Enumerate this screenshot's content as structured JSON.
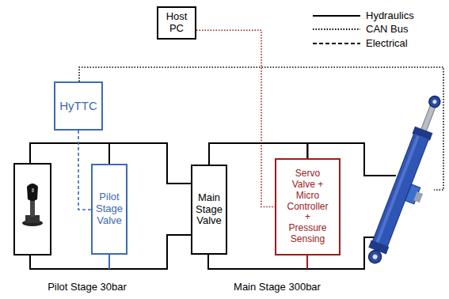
{
  "diagram": {
    "nodes": [
      {
        "text": [
          "Host PC"
        ]
      },
      {
        "text": [
          "HyTTC"
        ]
      },
      {
        "text": [
          "Pilot Stage Valve"
        ]
      },
      {
        "text": [
          "Main Stage Valve"
        ]
      },
      {
        "text": [
          "Servo Valve + Micro Controller + Pressure Sensing"
        ]
      }
    ],
    "edges": [
      {
        "from": 0,
        "to": 4,
        "arrow": "none"
      },
      {
        "from": 1,
        "to": 2,
        "arrow": "none"
      },
      {
        "from": 2,
        "to": 3,
        "arrow": "none"
      },
      {
        "from": 3,
        "to": 4,
        "arrow": "none"
      }
    ],
    "labels": [
      "Pilot Stage 30bar",
      "Main Stage 300bar"
    ],
    "legend": [
      {
        "text": "Hydraulics"
      },
      {
        "text": "CAN Bus"
      },
      {
        "text": "Electrical"
      }
    ]
  }
}
